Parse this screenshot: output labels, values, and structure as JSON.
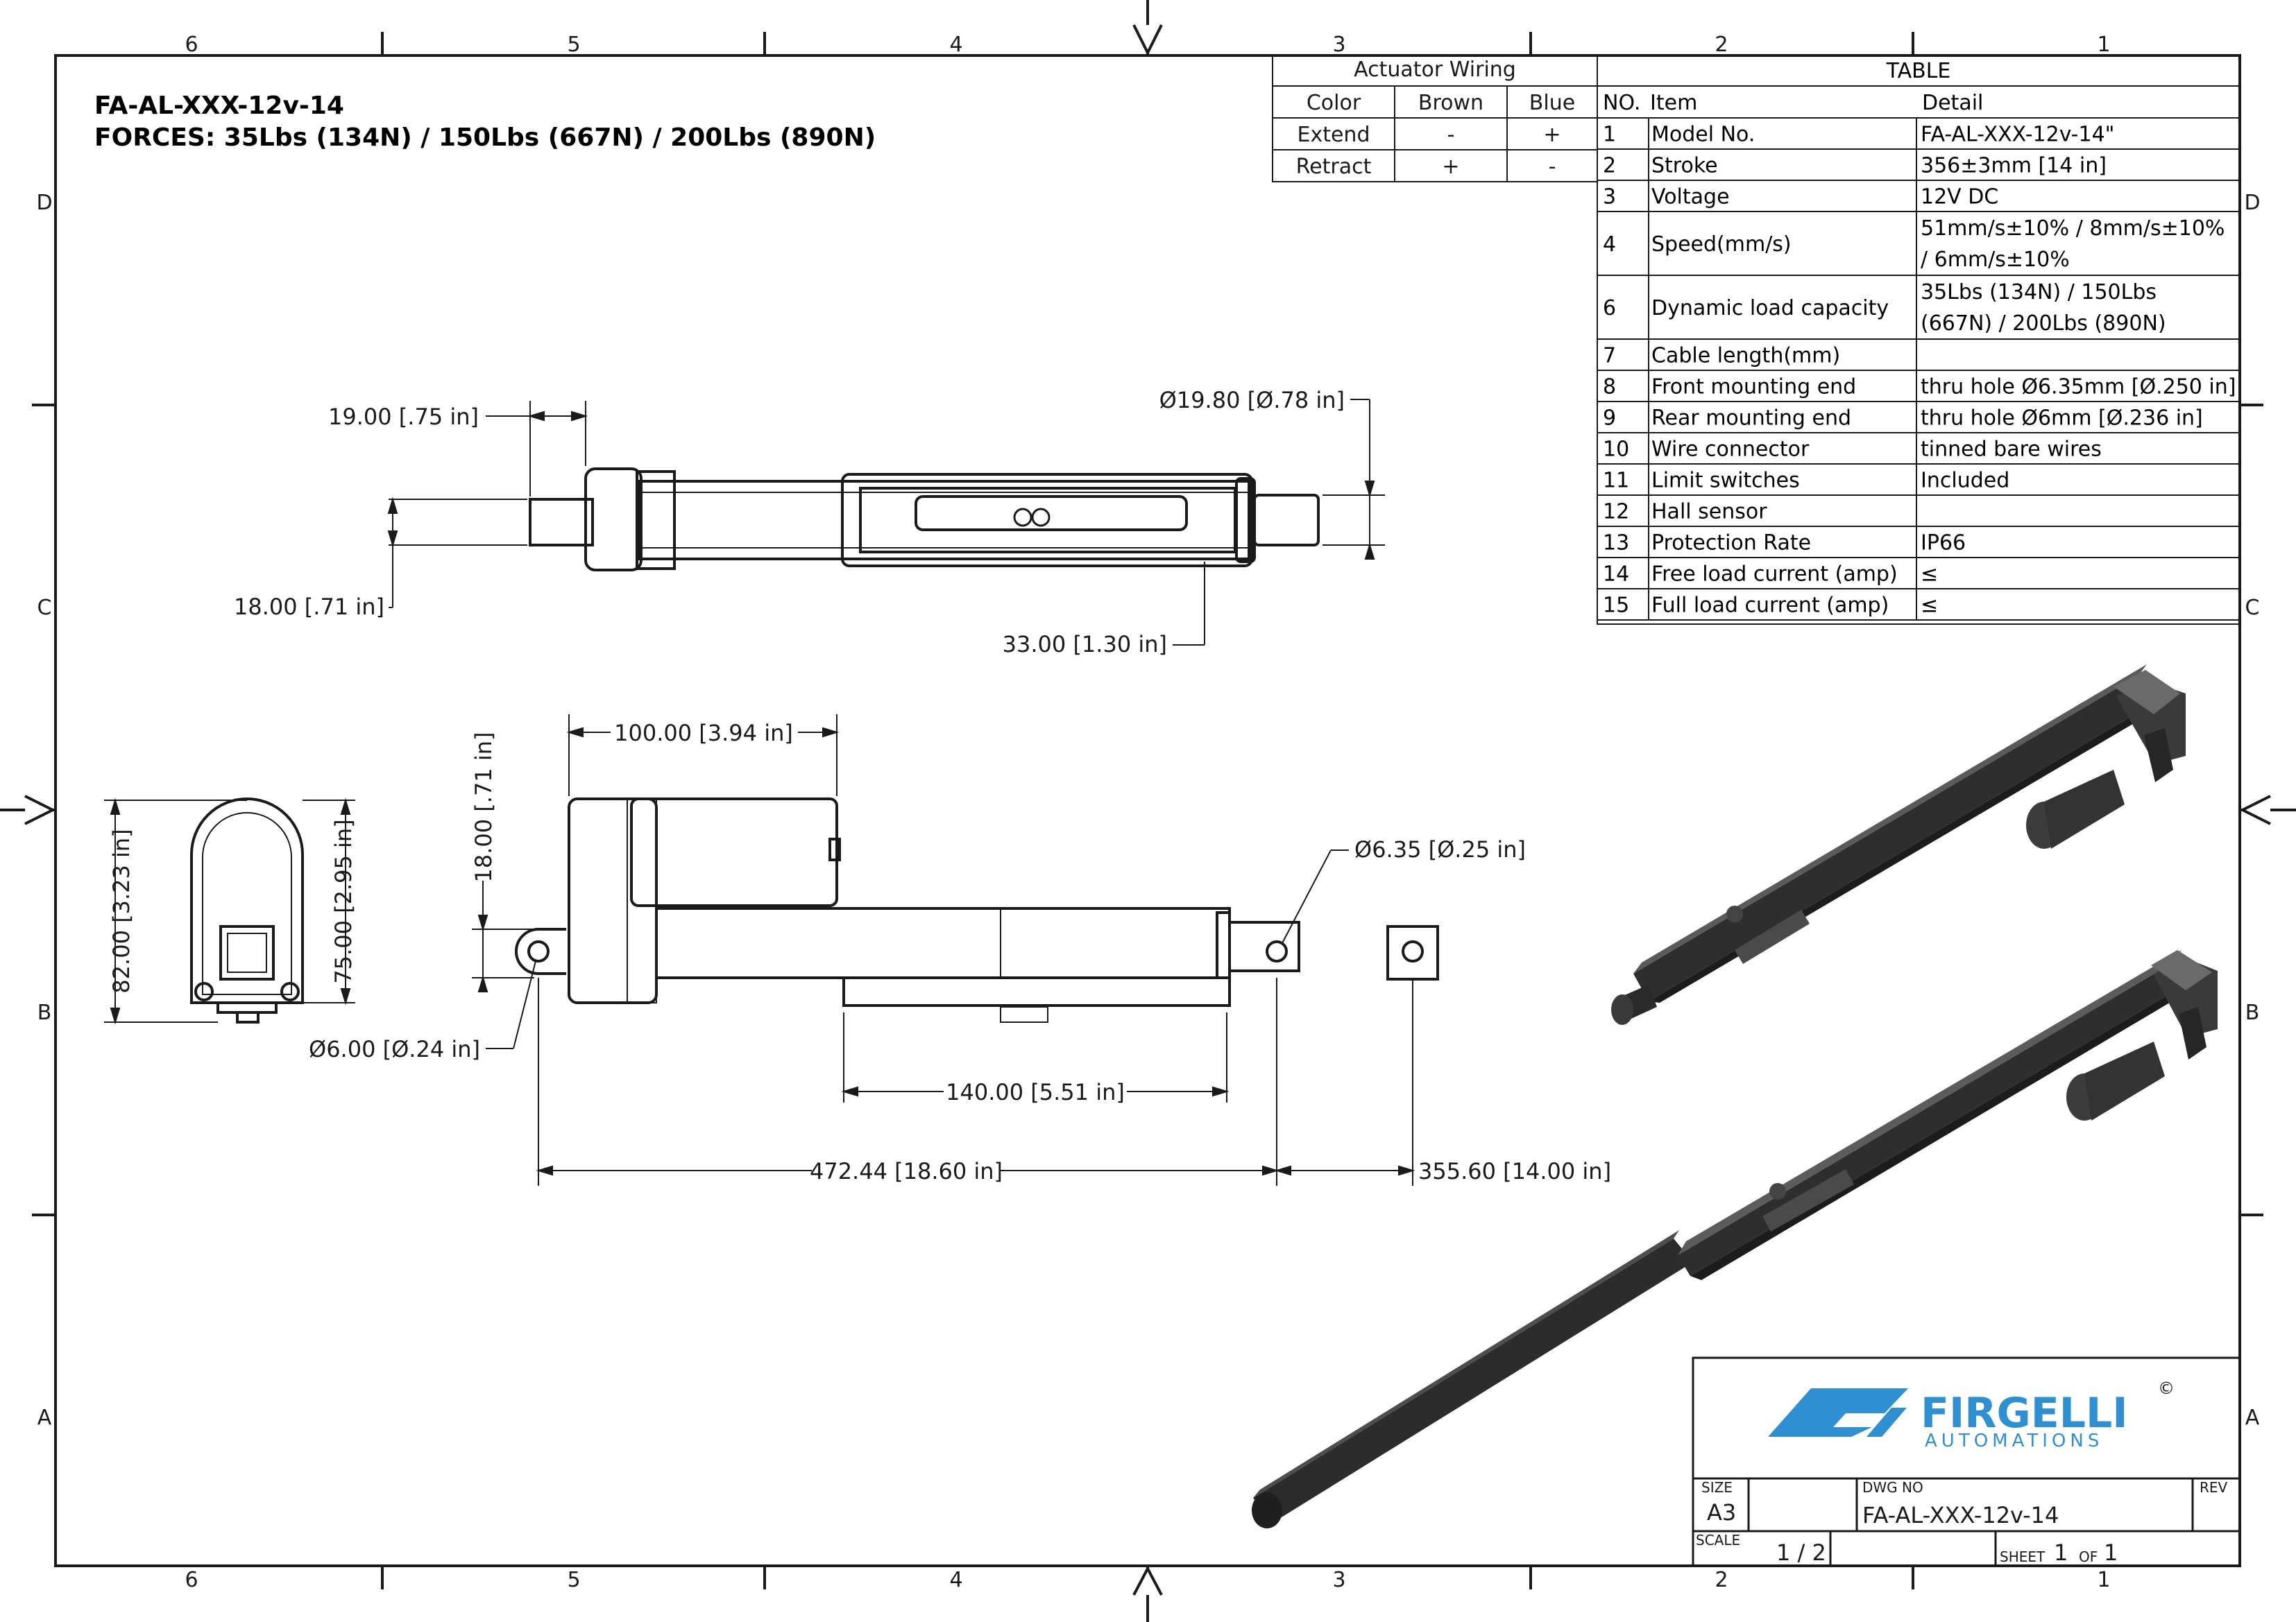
{
  "title": {
    "model": "FA-AL-XXX-12v-14",
    "forces": "FORCES: 35Lbs (134N) / 150Lbs (667N) / 200Lbs (890N)"
  },
  "border": {
    "columns": [
      "6",
      "5",
      "4",
      "3",
      "2",
      "1"
    ],
    "rows": [
      "D",
      "C",
      "B",
      "A"
    ]
  },
  "wiring": {
    "title": "Actuator Wiring",
    "header": [
      "Color",
      "Brown",
      "Blue"
    ],
    "rows": [
      [
        "Extend",
        "-",
        "+"
      ],
      [
        "Retract",
        "+",
        "-"
      ]
    ]
  },
  "spec_table": {
    "title": "TABLE",
    "header": [
      "NO.",
      "Item",
      "Detail"
    ],
    "rows": [
      {
        "no": "1",
        "item": "Model No.",
        "detail": [
          "FA-AL-XXX-12v-14\""
        ]
      },
      {
        "no": "2",
        "item": "Stroke",
        "detail": [
          "356±3mm [14 in]"
        ]
      },
      {
        "no": "3",
        "item": "Voltage",
        "detail": [
          "12V DC"
        ]
      },
      {
        "no": "4",
        "item": "Speed(mm/s)",
        "detail": [
          "51mm/s±10% / 8mm/s±10%",
          "/ 6mm/s±10%"
        ]
      },
      {
        "no": "6",
        "item": "Dynamic load capacity",
        "detail": [
          "35Lbs (134N) / 150Lbs",
          "(667N) / 200Lbs (890N)"
        ]
      },
      {
        "no": "7",
        "item": "Cable length(mm)",
        "detail": [
          ""
        ]
      },
      {
        "no": "8",
        "item": "Front mounting end",
        "detail": [
          "thru hole Ø6.35mm [Ø.250 in]"
        ]
      },
      {
        "no": "9",
        "item": "Rear mounting end",
        "detail": [
          "thru hole Ø6mm [Ø.236 in]"
        ]
      },
      {
        "no": "10",
        "item": "Wire connector",
        "detail": [
          "tinned bare wires"
        ]
      },
      {
        "no": "11",
        "item": "Limit switches",
        "detail": [
          "Included"
        ]
      },
      {
        "no": "12",
        "item": "Hall sensor",
        "detail": [
          ""
        ]
      },
      {
        "no": "13",
        "item": "Protection Rate",
        "detail": [
          "IP66"
        ]
      },
      {
        "no": "14",
        "item": "Free load current (amp)",
        "detail": [
          "≤"
        ]
      },
      {
        "no": "15",
        "item": "Full load current (amp)",
        "detail": [
          "≤"
        ]
      }
    ]
  },
  "dimensions": {
    "rod_tip_length": "19.00 [.75 in]",
    "rod_tip_dia": "Ø19.80 [Ø.78 in]",
    "rod_end_height": "18.00 [.71 in]",
    "rod_offset": "33.00 [1.30 in]",
    "motor_length": "100.00 [3.94 in]",
    "motor_offset": "18.00 [.71 in]",
    "front_hole": "Ø6.35 [Ø.25 in]",
    "end_height": "82.00 [3.23 in]",
    "end_width": "75.00 [2.95 in]",
    "rear_hole": "Ø6.00 [Ø.24 in]",
    "housing_length": "140.00 [5.51 in]",
    "retracted_length": "472.44 [18.60 in]",
    "stroke": "355.60 [14.00 in]"
  },
  "title_block": {
    "logo_word": "FIRGELLI",
    "logo_sub": "AUTOMATIONS",
    "logo_mark": "©",
    "size_label": "SIZE",
    "size": "A3",
    "dwg_label": "DWG NO",
    "dwg_no": "FA-AL-XXX-12v-14",
    "rev_label": "REV",
    "scale_label": "SCALE",
    "scale": "1 / 2",
    "sheet_label": "SHEET",
    "sheet_no": "1",
    "of_label": "OF",
    "sheet_total": "1",
    "brand_color": "#2f8fd0"
  }
}
